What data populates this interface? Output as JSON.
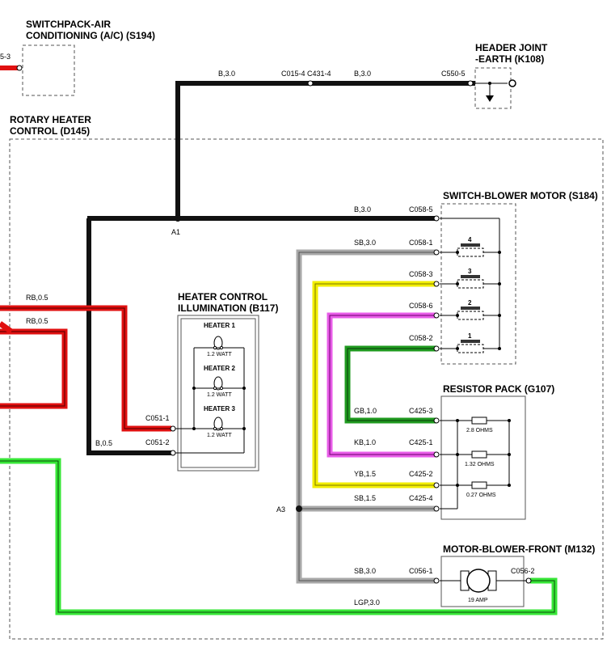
{
  "components": {
    "s194": {
      "line1": "SWITCHPACK-AIR",
      "line2": "CONDITIONING (A/C) (S194)"
    },
    "k108": {
      "line1": "HEADER JOINT",
      "line2": "-EARTH (K108)"
    },
    "d145": {
      "line1": "ROTARY HEATER",
      "line2": "CONTROL (D145)"
    },
    "s184": {
      "title": "SWITCH-BLOWER MOTOR (S184)",
      "positions": [
        "4",
        "3",
        "2",
        "1"
      ]
    },
    "b117": {
      "line1": "HEATER CONTROL",
      "line2": "ILLUMINATION (B117)",
      "heaters": [
        {
          "name": "HEATER 1",
          "watt": "1.2 WATT"
        },
        {
          "name": "HEATER 2",
          "watt": "1.2 WATT"
        },
        {
          "name": "HEATER 3",
          "watt": "1.2 WATT"
        }
      ]
    },
    "g107": {
      "title": "RESISTOR PACK (G107)",
      "resistors": [
        "2.8 OHMS",
        "1.32 OHMS",
        "0.27 OHMS"
      ]
    },
    "m132": {
      "title": "MOTOR-BLOWER-FRONT (M132)",
      "rating": "19 AMP"
    }
  },
  "connectors": {
    "c015_c431": "C015-4 C431-4",
    "c550": "C550-5",
    "s194_pin": "5-3",
    "c058_5": "C058-5",
    "c058_1": "C058-1",
    "c058_3": "C058-3",
    "c058_6": "C058-6",
    "c058_2": "C058-2",
    "c425_3": "C425-3",
    "c425_1": "C425-1",
    "c425_2": "C425-2",
    "c425_4": "C425-4",
    "c051_1": "C051-1",
    "c051_2": "C051-2",
    "c056_1": "C056-1",
    "c056_2": "C056-2"
  },
  "wires": {
    "b30": "B,3.0",
    "rb05": "RB,0.5",
    "sb30": "SB,3.0",
    "gb10": "GB,1.0",
    "kb10": "KB,1.0",
    "yb15": "YB,1.5",
    "sb15": "SB,1.5",
    "b05": "B,0.5",
    "lgp30": "LGP,3.0"
  },
  "splices": {
    "a1": "A1",
    "a3": "A3"
  },
  "colors": {
    "black": "#111111",
    "red": "#e01010",
    "gray": "#a8a8a8",
    "yellow": "#f2ee00",
    "pink": "#e85ce8",
    "green_dark": "#1f9a1f",
    "green_light": "#37e637"
  }
}
